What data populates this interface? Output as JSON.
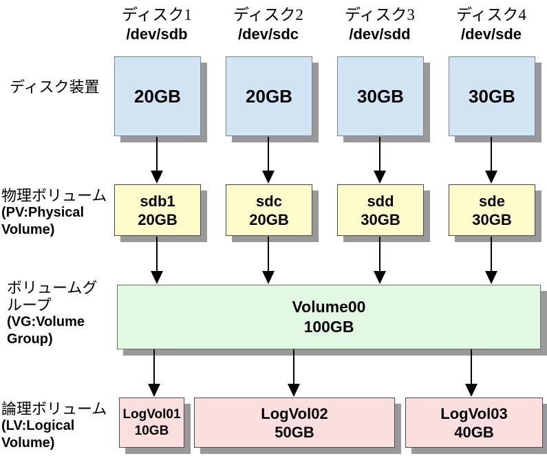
{
  "title_row": [
    {
      "name": "ディスク1",
      "device": "/dev/sdb"
    },
    {
      "name": "ディスク2",
      "device": "/dev/sdc"
    },
    {
      "name": "ディスク3",
      "device": "/dev/sdd"
    },
    {
      "name": "ディスク4",
      "device": "/dev/sde"
    }
  ],
  "row_labels": {
    "disk": {
      "ja": "ディスク装置"
    },
    "pv": {
      "ja": "物理ボリューム",
      "en_line1": "(PV:Physical",
      "en_line2": "Volume)"
    },
    "vg": {
      "ja_line1": "ボリュームグ",
      "ja_line2": "ループ",
      "en_line1": "(VG:Volume",
      "en_line2": "Group)"
    },
    "lv": {
      "ja": "論理ボリューム",
      "en_line1": "(LV:Logical",
      "en_line2": "Volume)"
    }
  },
  "disk_boxes": [
    {
      "size": "20GB"
    },
    {
      "size": "20GB"
    },
    {
      "size": "30GB"
    },
    {
      "size": "30GB"
    }
  ],
  "pv_boxes": [
    {
      "name": "sdb1",
      "size": "20GB"
    },
    {
      "name": "sdc",
      "size": "20GB"
    },
    {
      "name": "sdd",
      "size": "30GB"
    },
    {
      "name": "sde",
      "size": "30GB"
    }
  ],
  "vg_box": {
    "name": "Volume00",
    "size": "100GB"
  },
  "lv_boxes": [
    {
      "name": "LogVol01",
      "size": "10GB"
    },
    {
      "name": "LogVol02",
      "size": "50GB"
    },
    {
      "name": "LogVol03",
      "size": "40GB"
    }
  ],
  "colors": {
    "disk_fill": "#d3e5f4",
    "pv_fill": "#fefdcb",
    "vg_fill": "#e3f8e3",
    "lv_fill": "#fbdede",
    "shadow": "#999999",
    "arrow": "#000000"
  }
}
